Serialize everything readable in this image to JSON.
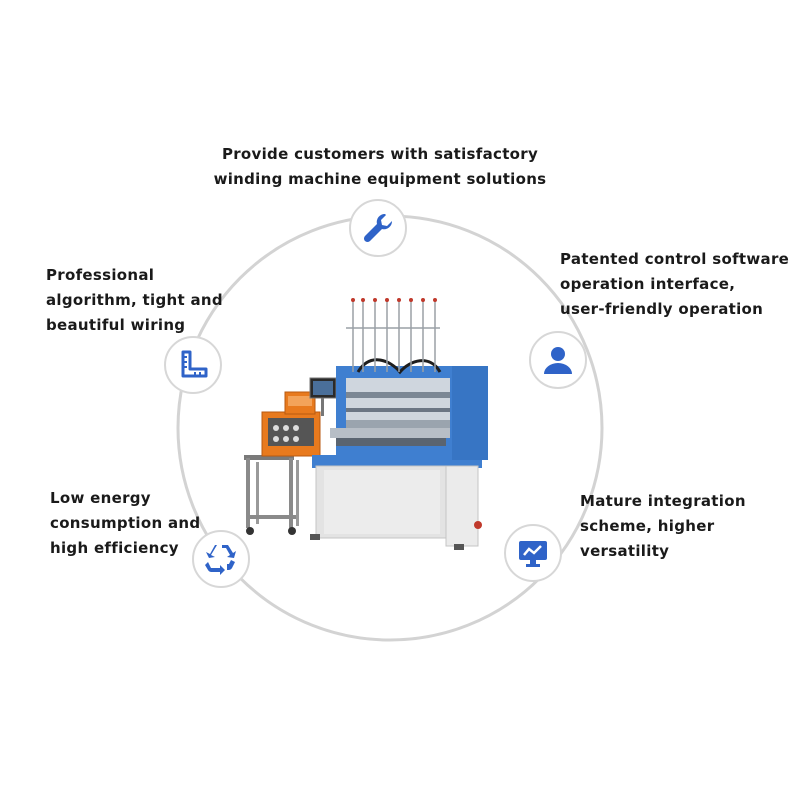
{
  "colors": {
    "accent": "#2f63c8",
    "ring": "#d3d3d3",
    "machine_blue": "#3f7fd0",
    "glue_orange": "#e87a1e"
  },
  "features": [
    {
      "id": "top",
      "icon": "wrench-icon",
      "lines": [
        "Provide customers with satisfactory",
        "winding machine equipment solutions"
      ]
    },
    {
      "id": "upper-left",
      "icon": "ruler-icon",
      "lines": [
        "Professional",
        "algorithm, tight and",
        "beautiful wiring"
      ]
    },
    {
      "id": "upper-right",
      "icon": "user-icon",
      "lines": [
        "Patented control software",
        "operation interface,",
        "user-friendly operation"
      ]
    },
    {
      "id": "lower-left",
      "icon": "recycle-icon",
      "lines": [
        "Low energy",
        "consumption and",
        "high efficiency"
      ]
    },
    {
      "id": "lower-right",
      "icon": "monitor-chart-icon",
      "lines": [
        "Mature integration",
        "scheme, higher",
        "versatility"
      ]
    }
  ]
}
